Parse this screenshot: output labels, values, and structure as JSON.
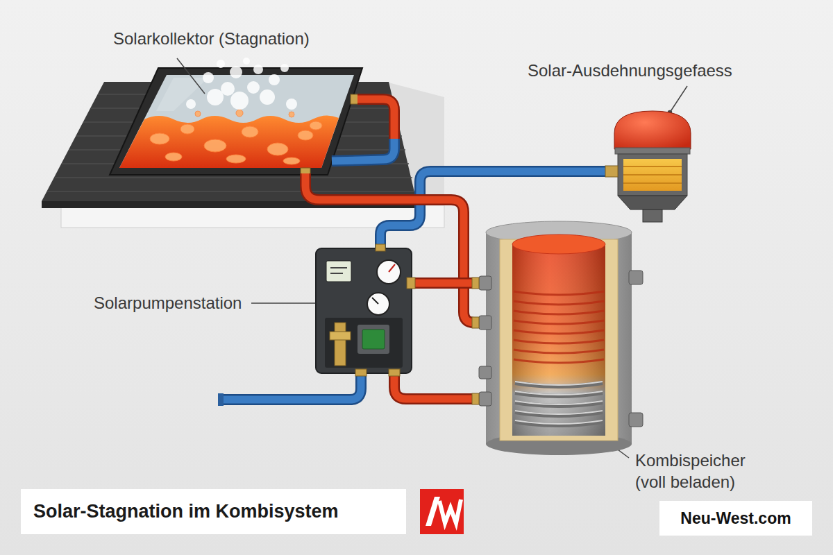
{
  "diagram": {
    "title": "Solar-Stagnation im Kombisystem",
    "labels": [
      "Solarkollektor (Stagnation)",
      "Solar-Ausdehnungsgefaess",
      "Solarpumpenstation",
      "Kombispeicher (voll beladen)",
      "Neu-West.com"
    ]
  }
}
